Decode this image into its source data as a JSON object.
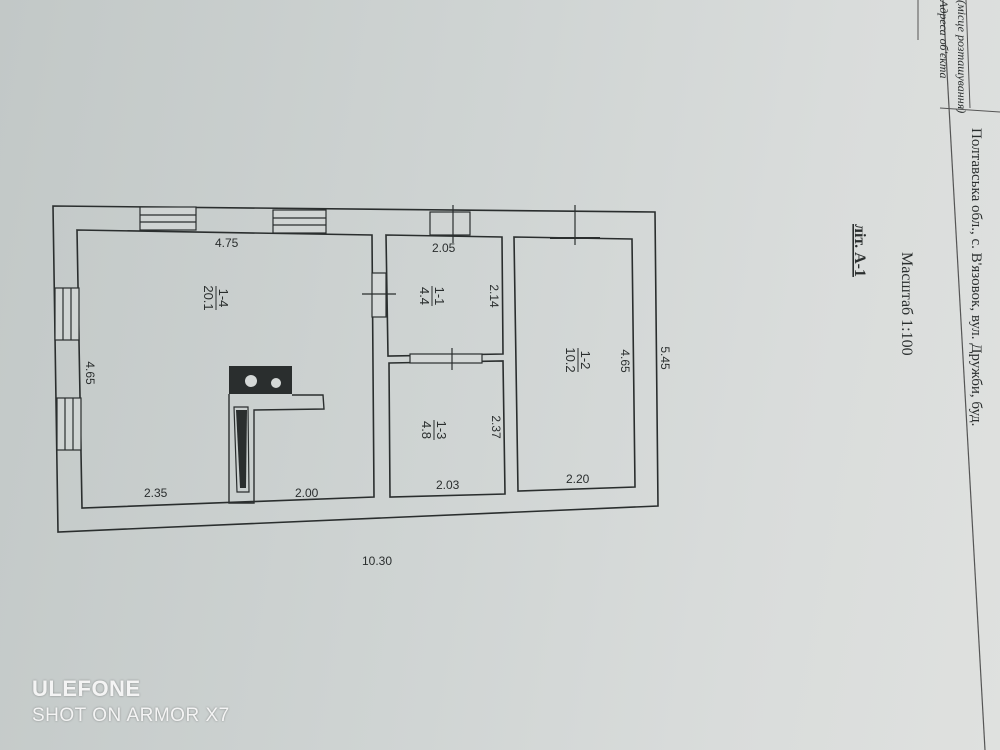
{
  "header": {
    "address_line_1": "Полтавська обл., с. В'язовок, вул. Дружби, буд.",
    "address_col_1": "Адреса об'єкта",
    "address_col_2": "(місце розташування)"
  },
  "plan": {
    "title": "літ. А-1",
    "scale": "Масштаб 1:100",
    "overall_length": "10.30",
    "overall_width": "5.45",
    "rooms": [
      {
        "id": "1-4",
        "area": "20.1",
        "length_top": "4.75",
        "width_side": "4.65",
        "seg_bottom_1": "2.35",
        "seg_bottom_2": "2.00"
      },
      {
        "id": "1-1",
        "area": "4.4",
        "length": "2.05",
        "width": "2.14"
      },
      {
        "id": "1-3",
        "area": "4.8",
        "length": "2.03",
        "width": "2.37"
      },
      {
        "id": "1-2",
        "area": "10.2",
        "length": "2.20",
        "width": "4.65"
      }
    ]
  },
  "watermark": {
    "brand": "ULEFONE",
    "model": "SHOT ON ARMOR X7"
  },
  "colors": {
    "ink": "#2a2e2e",
    "paper": "#d4d8d7"
  }
}
